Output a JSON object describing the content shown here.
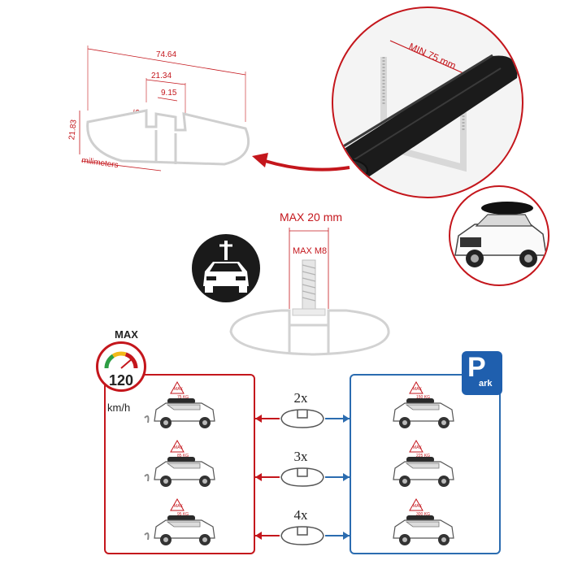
{
  "profile": {
    "width": "74.64",
    "channel_width": "21.34",
    "slot_width": "9.15",
    "slot_depth": "4.5",
    "height": "21.83",
    "unit": "milimeters"
  },
  "zoom": {
    "bolt_spacing": "MIN 75 mm"
  },
  "bolt": {
    "max_width": "MAX 20 mm",
    "max_thread": "MAX M8"
  },
  "speed": {
    "max_label": "MAX",
    "value": "120",
    "unit": "km/h"
  },
  "park": {
    "letter": "P",
    "word": "ark"
  },
  "rows": [
    {
      "bars": "2x",
      "speed_load": "75 KG",
      "park_load": "150 KG"
    },
    {
      "bars": "3x",
      "speed_load": "85 KG",
      "park_load": "225 KG"
    },
    {
      "bars": "4x",
      "speed_load": "95 KG",
      "park_load": "300 KG"
    }
  ],
  "colors": {
    "accent_red": "#c4161c",
    "accent_blue": "#1f5fae"
  },
  "icons": [
    "roof-bar-profile-icon",
    "roof-bar-icon",
    "suv-car-icon",
    "car-with-bike-icon",
    "bolt-icon",
    "speedometer-icon",
    "parking-sign-icon",
    "car-icon",
    "arrow-icon"
  ]
}
